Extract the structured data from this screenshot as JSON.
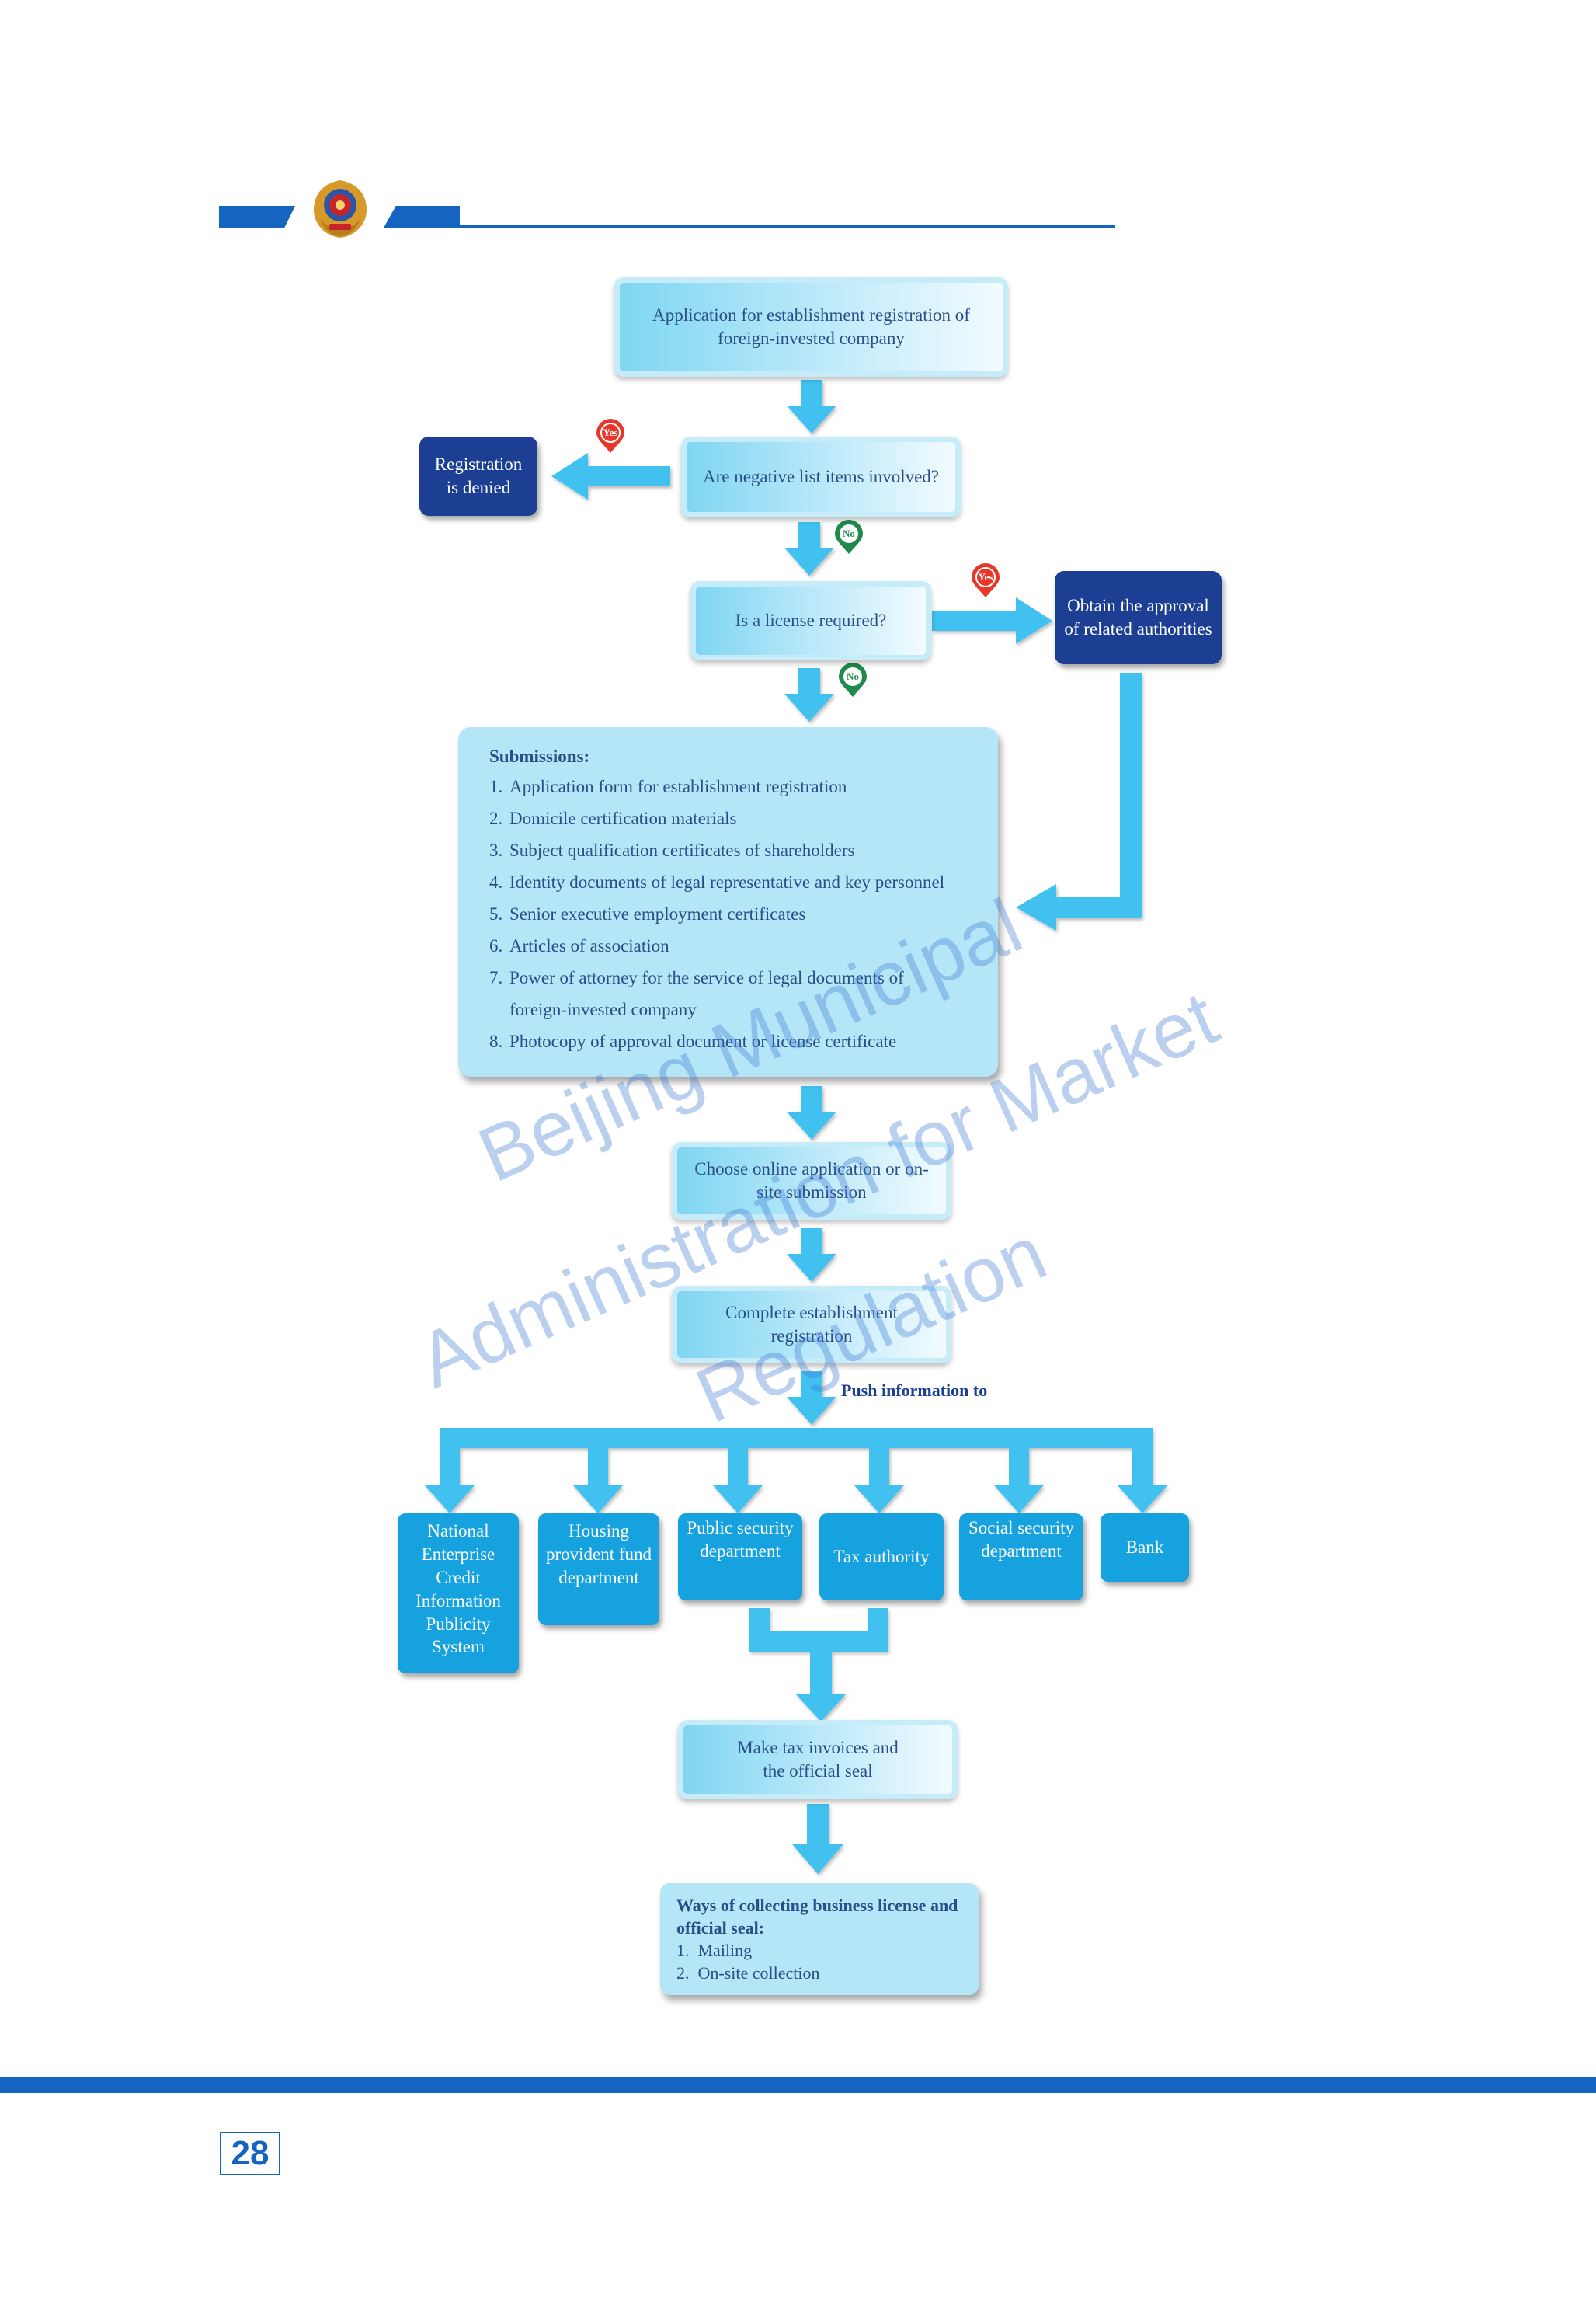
{
  "flow": {
    "start": "Application for establishment registration of foreign-invested company",
    "q_negative": "Are negative list items involved?",
    "denied": "Registration is denied",
    "q_license": "Is a license required?",
    "approval": "Obtain the approval of related authorities",
    "yes_label": "Yes",
    "no_label": "No",
    "submissions": {
      "title": "Submissions:",
      "items": [
        {
          "num": "1.",
          "text": "Application form for establishment registration"
        },
        {
          "num": "2.",
          "text": "Domicile certification materials"
        },
        {
          "num": "3.",
          "text": "Subject qualification certificates of shareholders"
        },
        {
          "num": "4.",
          "text": "Identity documents of legal representative and key personnel"
        },
        {
          "num": "5.",
          "text": "Senior executive employment certificates"
        },
        {
          "num": "6.",
          "text": "Articles of association"
        },
        {
          "num": "7.",
          "text": "Power of attorney for the service of legal documents of"
        },
        {
          "num": "",
          "text": "foreign-invested company"
        },
        {
          "num": "8.",
          "text": "Photocopy of approval document or license certificate"
        }
      ]
    },
    "choose": "Choose online application or on-site submission",
    "complete": "Complete establishment registration",
    "push_label": "Push information to",
    "departments": [
      "National Enterprise Credit Information Publicity System",
      "Housing provident fund department",
      "Public security department",
      "Tax authority",
      "Social security department",
      "Bank"
    ],
    "tax_invoices": "Make tax invoices and the official seal",
    "collect": {
      "title": "Ways of collecting business license and official seal:",
      "items": [
        "1.  Mailing",
        "2.  On-site collection"
      ]
    }
  },
  "watermark": {
    "line1": "Beijing Municipal",
    "line2": "Administration for Market",
    "line3": "Regulation"
  },
  "page_number": "28",
  "colors": {
    "dark_blue": "#1c3f93",
    "mid_blue": "#16a2df",
    "arrow_blue": "#3fc1f0",
    "footer_bar": "#1565c0",
    "yes_pin": "#e8372a",
    "no_pin": "#1f8a4c"
  }
}
